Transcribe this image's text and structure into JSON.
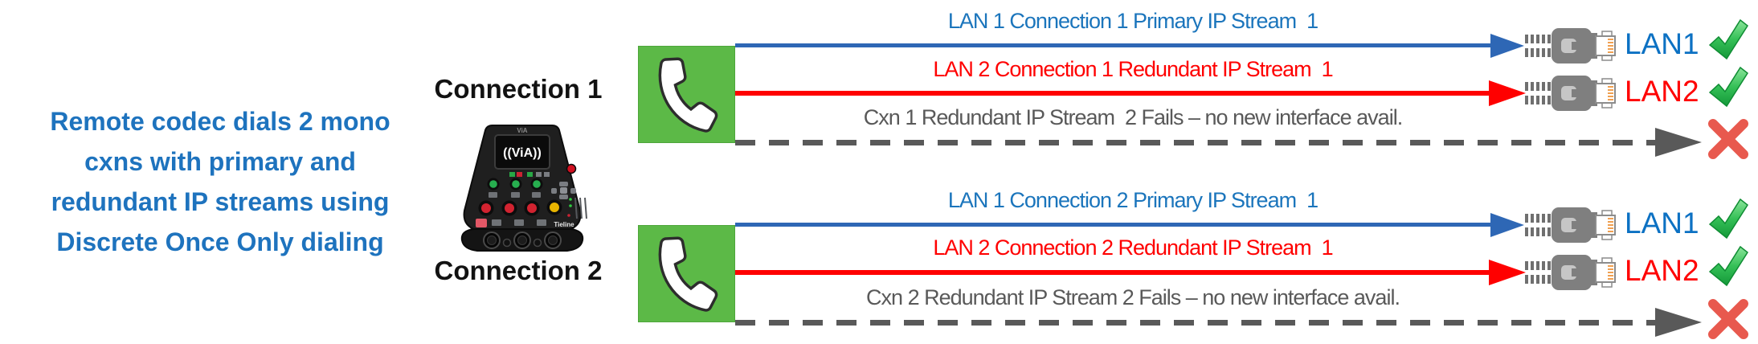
{
  "caption": {
    "lines": [
      "Remote codec dials 2 mono",
      "cxns with primary and",
      "redundant IP streams using",
      "Discrete Once Only dialing"
    ],
    "color": "#1E73BE"
  },
  "device": {
    "name": "ViA portable codec",
    "top_label": "ViA",
    "screen_label": "((ViA))",
    "brand": "Tieline"
  },
  "colors": {
    "caption_blue": "#1E73BE",
    "stream_blue_text": "#1B75BC",
    "stream_blue_arrow": "#2E67B5",
    "stream_red": "#FF0000",
    "fail_gray": "#595959",
    "phone_box_green": "#5CB947",
    "check_green": "#2EAE4E",
    "cross_red": "#E8594E",
    "lan1_blue": "#0C71C3",
    "lan2_red": "#FF0000"
  },
  "connections": [
    {
      "label": "Connection 1",
      "streams": [
        {
          "label": "LAN 1 Connection 1 Primary IP Stream  1",
          "interface": "LAN1",
          "status": "connected",
          "line": "solid-blue"
        },
        {
          "label": "LAN 2 Connection 1 Redundant IP Stream  1",
          "interface": "LAN2",
          "status": "connected",
          "line": "solid-red"
        },
        {
          "label": "Cxn 1 Redundant IP Stream  2 Fails – no new interface avail.",
          "interface": "",
          "status": "failed",
          "line": "dashed-gray"
        }
      ]
    },
    {
      "label": "Connection 2",
      "streams": [
        {
          "label": "LAN 1 Connection 2 Primary IP Stream  1",
          "interface": "LAN1",
          "status": "connected",
          "line": "solid-blue"
        },
        {
          "label": "LAN 2 Connection 2 Redundant IP Stream  1",
          "interface": "LAN2",
          "status": "connected",
          "line": "solid-red"
        },
        {
          "label": "Cxn 2 Redundant IP Stream 2 Fails – no new interface avail.",
          "interface": "",
          "status": "failed",
          "line": "dashed-gray"
        }
      ]
    }
  ]
}
